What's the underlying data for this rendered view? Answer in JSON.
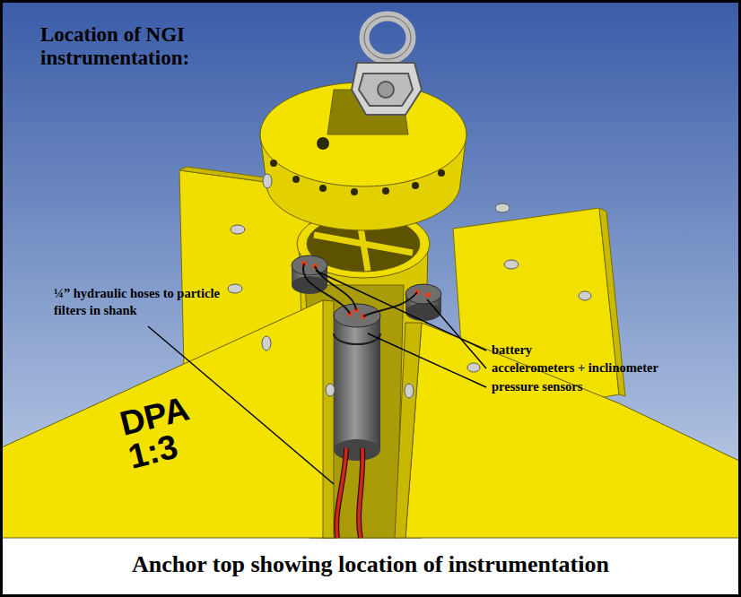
{
  "diagram": {
    "title": "Location of NGI instrumentation:",
    "caption": "Anchor top showing location of instrumentation",
    "labels": [
      "¼” hydraulic hoses to particle filters in shank",
      "battery",
      "accelerometers + inclinometer",
      "pressure sensors",
      "DPA 1:3"
    ]
  }
}
